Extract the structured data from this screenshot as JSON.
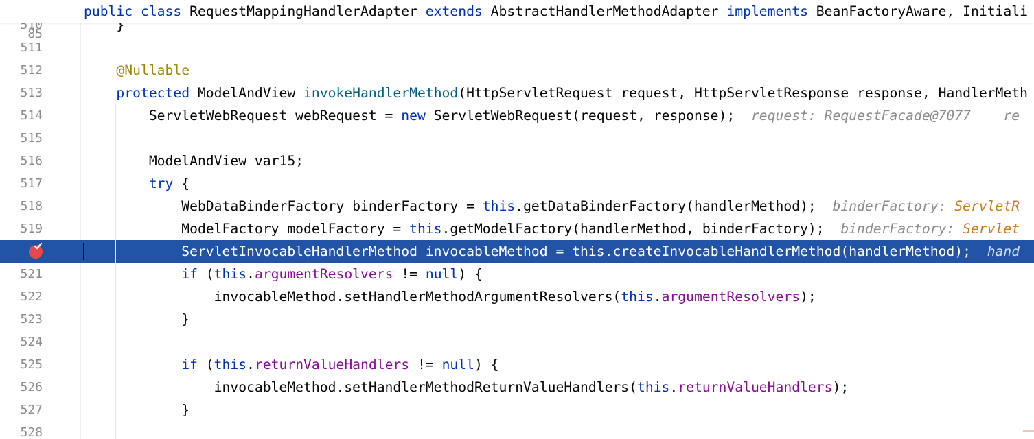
{
  "sticky_header": {
    "line_number": "85",
    "code": [
      {
        "t": "kw",
        "v": "public class "
      },
      {
        "t": "plain",
        "v": "RequestMappingHandlerAdapter "
      },
      {
        "t": "kw",
        "v": "extends "
      },
      {
        "t": "plain",
        "v": "AbstractHandlerMethodAdapter "
      },
      {
        "t": "kw",
        "v": "implements "
      },
      {
        "t": "plain",
        "v": "BeanFactoryAware, Initiali"
      }
    ]
  },
  "lines": [
    {
      "n": "510",
      "code": [
        {
          "t": "plain",
          "v": "    }"
        }
      ]
    },
    {
      "n": "511",
      "code": []
    },
    {
      "n": "512",
      "code": [
        {
          "t": "ann",
          "v": "    @Nullable"
        }
      ]
    },
    {
      "n": "513",
      "code": [
        {
          "t": "kw",
          "v": "    protected "
        },
        {
          "t": "plain",
          "v": "ModelAndView "
        },
        {
          "t": "mth",
          "v": "invokeHandlerMethod"
        },
        {
          "t": "plain",
          "v": "(HttpServletRequest request, HttpServletResponse response, HandlerMeth"
        }
      ]
    },
    {
      "n": "514",
      "code": [
        {
          "t": "plain",
          "v": "        ServletWebRequest webRequest = "
        },
        {
          "t": "kw",
          "v": "new "
        },
        {
          "t": "plain",
          "v": "ServletWebRequest(request, response);"
        },
        {
          "t": "hint",
          "v": "  request: RequestFacade@7077    re"
        }
      ]
    },
    {
      "n": "515",
      "code": []
    },
    {
      "n": "516",
      "code": [
        {
          "t": "plain",
          "v": "        ModelAndView var15;"
        }
      ]
    },
    {
      "n": "517",
      "code": [
        {
          "t": "kw",
          "v": "        try "
        },
        {
          "t": "plain",
          "v": "{"
        }
      ]
    },
    {
      "n": "518",
      "code": [
        {
          "t": "plain",
          "v": "            WebDataBinderFactory binderFactory = "
        },
        {
          "t": "kw",
          "v": "this"
        },
        {
          "t": "plain",
          "v": ".getDataBinderFactory(handlerMethod);"
        },
        {
          "t": "hint",
          "v": "  binderFactory: "
        },
        {
          "t": "hint-val",
          "v": "ServletR"
        }
      ]
    },
    {
      "n": "519",
      "code": [
        {
          "t": "plain",
          "v": "            ModelFactory modelFactory = "
        },
        {
          "t": "kw",
          "v": "this"
        },
        {
          "t": "plain",
          "v": ".getModelFactory(handlerMethod, binderFactory);"
        },
        {
          "t": "hint",
          "v": "  binderFactory: "
        },
        {
          "t": "hint-val",
          "v": "Servlet"
        }
      ]
    },
    {
      "n": "520",
      "highlighted": true,
      "breakpoint": true,
      "code": [
        {
          "t": "plain",
          "v": "            ServletInvocableHandlerMethod invocableMethod = "
        },
        {
          "t": "kw",
          "v": "this"
        },
        {
          "t": "plain",
          "v": ".createInvocableHandlerMethod(handlerMethod);"
        },
        {
          "t": "hint",
          "v": "  hand"
        }
      ]
    },
    {
      "n": "521",
      "code": [
        {
          "t": "kw",
          "v": "            if "
        },
        {
          "t": "plain",
          "v": "("
        },
        {
          "t": "kw",
          "v": "this"
        },
        {
          "t": "plain",
          "v": "."
        },
        {
          "t": "fld",
          "v": "argumentResolvers"
        },
        {
          "t": "plain",
          "v": " != "
        },
        {
          "t": "kw",
          "v": "null"
        },
        {
          "t": "plain",
          "v": ") {"
        }
      ]
    },
    {
      "n": "522",
      "code": [
        {
          "t": "plain",
          "v": "                invocableMethod.setHandlerMethodArgumentResolvers("
        },
        {
          "t": "kw",
          "v": "this"
        },
        {
          "t": "plain",
          "v": "."
        },
        {
          "t": "fld",
          "v": "argumentResolvers"
        },
        {
          "t": "plain",
          "v": ");"
        }
      ]
    },
    {
      "n": "523",
      "code": [
        {
          "t": "plain",
          "v": "            }"
        }
      ]
    },
    {
      "n": "524",
      "code": []
    },
    {
      "n": "525",
      "code": [
        {
          "t": "kw",
          "v": "            if "
        },
        {
          "t": "plain",
          "v": "("
        },
        {
          "t": "kw",
          "v": "this"
        },
        {
          "t": "plain",
          "v": "."
        },
        {
          "t": "fld",
          "v": "returnValueHandlers"
        },
        {
          "t": "plain",
          "v": " != "
        },
        {
          "t": "kw",
          "v": "null"
        },
        {
          "t": "plain",
          "v": ") {"
        }
      ]
    },
    {
      "n": "526",
      "code": [
        {
          "t": "plain",
          "v": "                invocableMethod.setHandlerMethodReturnValueHandlers("
        },
        {
          "t": "kw",
          "v": "this"
        },
        {
          "t": "plain",
          "v": "."
        },
        {
          "t": "fld",
          "v": "returnValueHandlers"
        },
        {
          "t": "plain",
          "v": ");"
        }
      ]
    },
    {
      "n": "527",
      "code": [
        {
          "t": "plain",
          "v": "            }"
        }
      ]
    },
    {
      "n": "528",
      "code": []
    }
  ],
  "colors": {
    "keyword": "#0033b3",
    "annotation": "#9e880d",
    "method": "#00627a",
    "field": "#871094",
    "hint": "#8c8c8c",
    "hint_value": "#c77d1a",
    "execution_line": "#2154a6",
    "breakpoint": "#e5484d"
  }
}
